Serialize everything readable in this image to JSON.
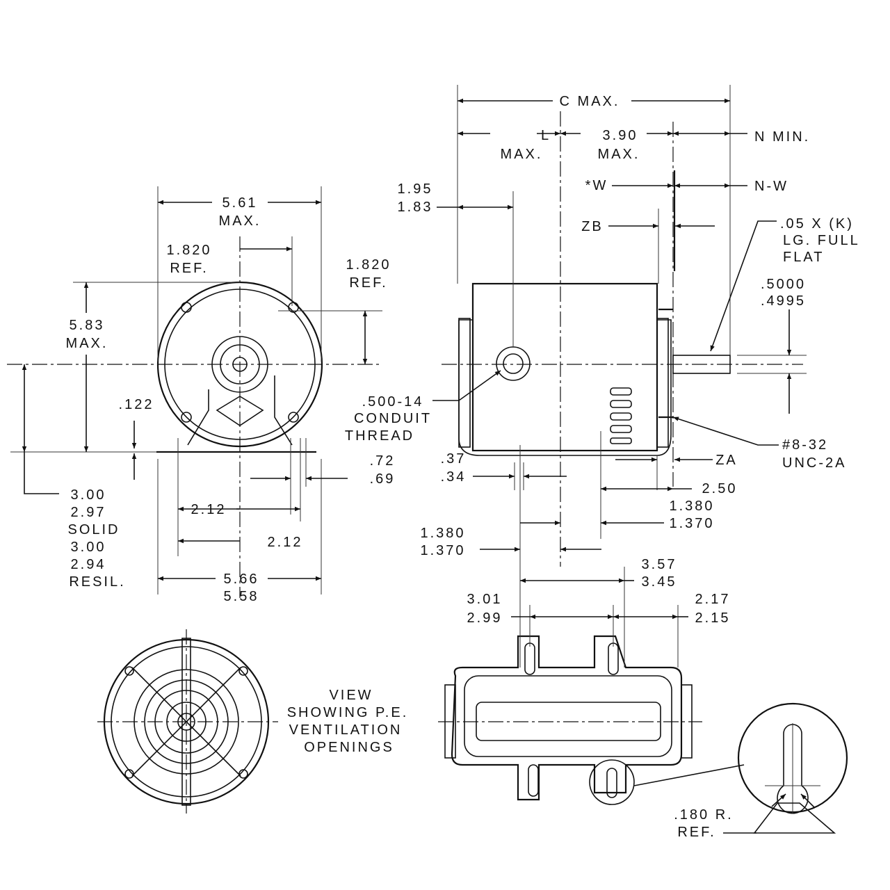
{
  "side_view": {
    "c_max": "C MAX.",
    "l": "L",
    "l_max": "MAX.",
    "d390": "3.90",
    "d390_max": "MAX.",
    "n_min": "N MIN.",
    "w": "*W",
    "n_w": "N-W",
    "d195": "1.95",
    "d183": "1.83",
    "zb": "ZB",
    "flat1": ".05 X (K)",
    "flat2": "LG. FULL",
    "flat3": "FLAT",
    "shaft1": ".5000",
    "shaft2": ".4995",
    "conduit1": ".500-14",
    "conduit2": "CONDUIT",
    "conduit3": "THREAD",
    "screw1": "#8-32",
    "screw2": "UNC-2A",
    "d37": ".37",
    "d34": ".34",
    "za": "ZA",
    "d250": "2.50",
    "r1380a": "1.380",
    "r1370a": "1.370",
    "l1380": "1.380",
    "l1370": "1.370"
  },
  "end_view": {
    "d561": "5.61",
    "d561_max": "MAX.",
    "ref1820a": "1.820",
    "ref1820a_ref": "REF.",
    "ref1820b": "1.820",
    "ref1820b_ref": "REF.",
    "d583": "5.83",
    "d583_max": "MAX.",
    "d122": ".122",
    "d72": ".72",
    "d69": ".69",
    "h300": "3.00",
    "h297": "2.97",
    "solid": "SOLID",
    "h300b": "3.00",
    "h294": "2.94",
    "resil": "RESIL.",
    "d212a": "2.12",
    "d212b": "2.12",
    "d566": "5.66",
    "d558": "5.58"
  },
  "base_view": {
    "d357": "3.57",
    "d345": "3.45",
    "d301": "3.01",
    "d299": "2.99",
    "d217": "2.17",
    "d215": "2.15",
    "r180": ".180 R.",
    "r180_ref": "REF."
  },
  "pe_view": {
    "l1": "VIEW",
    "l2": "SHOWING P.E.",
    "l3": "VENTILATION",
    "l4": "OPENINGS"
  }
}
